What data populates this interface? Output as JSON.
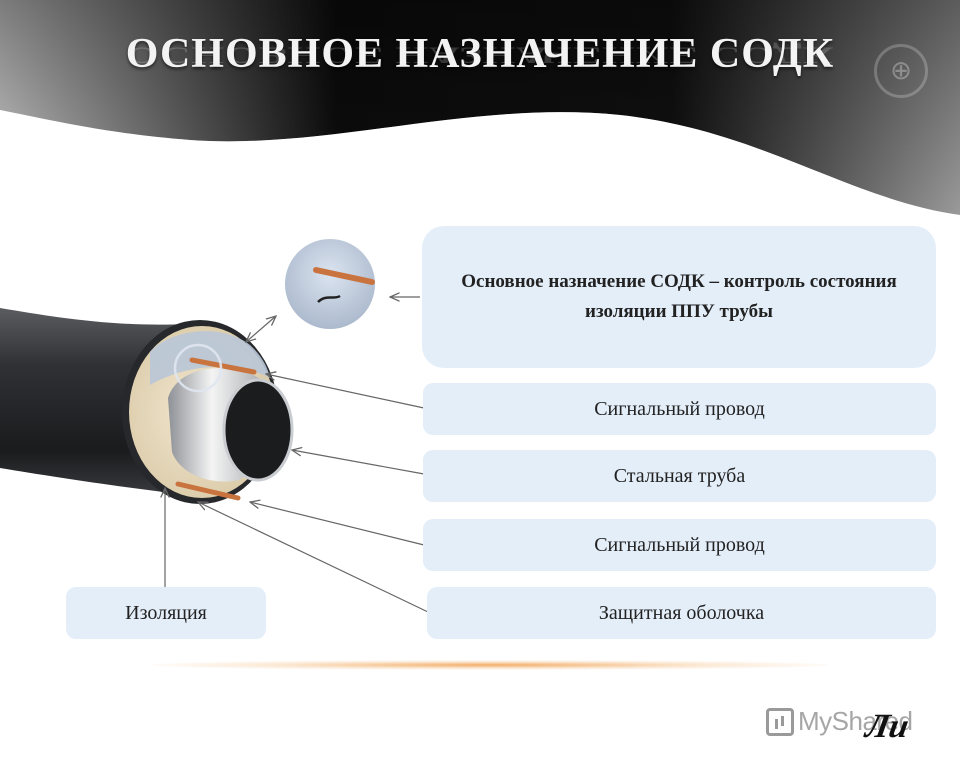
{
  "slide": {
    "title": "ОСНОВНОЕ НАЗНАЧЕНИЕ СОДК",
    "main_note": "Основное назначение СОДК – контроль состояния изоляции ППУ трубы",
    "labels": {
      "signal_wire_1": "Сигнальный провод",
      "steel_pipe": "Стальная труба",
      "signal_wire_2": "Сигнальный провод",
      "sheath": "Защитная оболочка",
      "insulation": "Изоляция"
    }
  },
  "watermark": {
    "text": "MyShared",
    "icon": "presentation-icon"
  },
  "colors": {
    "box_fill": "#e4eef9",
    "pipe_jacket": "#3a3c40",
    "insulation_foam": "#e8dcc2",
    "wire_copper": "#c9743f",
    "header_dark": "#0a0a0a"
  }
}
